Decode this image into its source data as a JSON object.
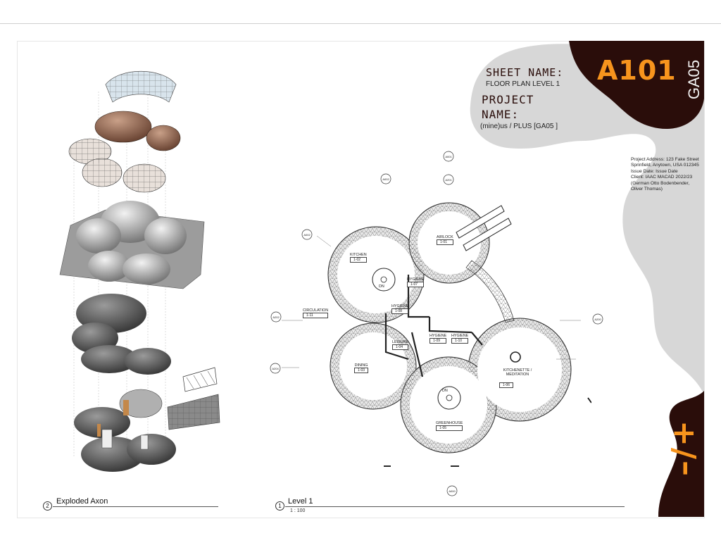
{
  "titleblock": {
    "sheet_name_label": "SHEET NAME:",
    "sheet_name_value": "FLOOR PLAN LEVEL 1",
    "project_name_label": "PROJECT NAME:",
    "project_name_value": "(mine)us / PLUS [GA05 ]",
    "sheet_number": "A101",
    "sheet_code": "GA05",
    "project_info": [
      "Project Address: 123 Fake Street",
      "Sprinfield, Anytown, USA 012345",
      "Issue Date: Issue Date",
      "Client: IAAC MACAD 2022/23",
      "(German Otto Bodenbender,",
      "Oliver Thomas)"
    ],
    "logo_text": "–/+",
    "colors": {
      "dark": "#2a0d0a",
      "accent": "#f7941d",
      "gray": "#d7d7d7"
    }
  },
  "views": [
    {
      "number": "2",
      "title": "Exploded Axon",
      "scale": ""
    },
    {
      "number": "1",
      "title": "Level 1",
      "scale": "1 : 100"
    }
  ],
  "rooms": [
    {
      "name": "AIRLOCK",
      "number": "1-01"
    },
    {
      "name": "KITCHEN",
      "number": "1-02"
    },
    {
      "name": "HYGIENE",
      "number": "1-07"
    },
    {
      "name": "HYGIENE",
      "number": "1-08"
    },
    {
      "name": "CIRCULATION",
      "number": "1-11"
    },
    {
      "name": "LEISURE",
      "number": "1-04"
    },
    {
      "name": "HYGIENE",
      "number": "1-09"
    },
    {
      "name": "HYGIENE",
      "number": "1-10"
    },
    {
      "name": "DINING",
      "number": "1-03"
    },
    {
      "name": "KITCHENETTE / MEDITATION",
      "number": "1-06"
    },
    {
      "name": "GREENHOUSE",
      "number": "1-05"
    }
  ],
  "stair_labels": [
    "DN",
    "DN"
  ],
  "elevation_tags": [
    "A001",
    "A002",
    "A201",
    "A002",
    "A202",
    "A200",
    "A204",
    "A000"
  ]
}
